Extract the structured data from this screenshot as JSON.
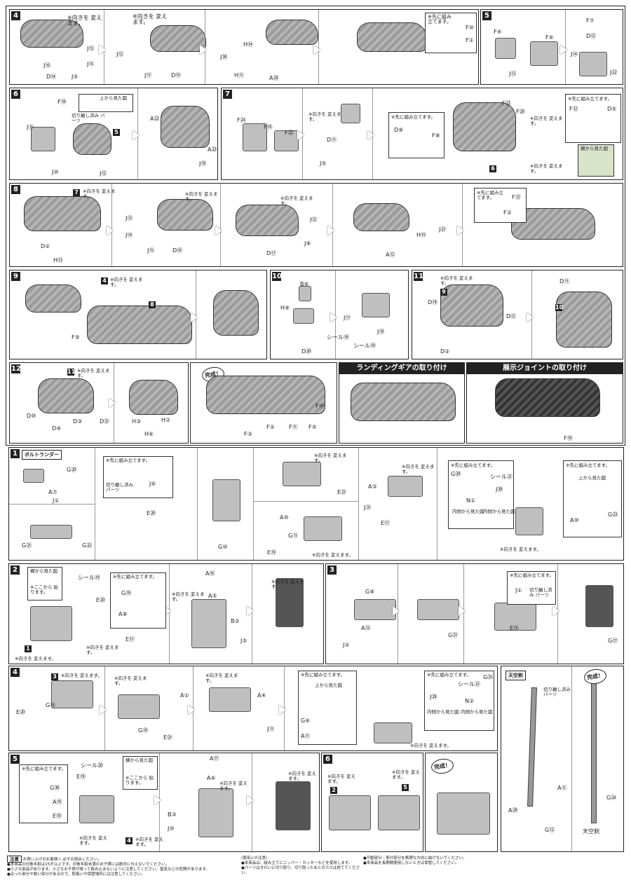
{
  "top": {
    "steps": [
      "4",
      "5",
      "6",
      "7",
      "8",
      "9",
      "10",
      "11",
      "12"
    ],
    "notes": {
      "turn": "※向きを 変えます。",
      "pre_assemble": "※先に組み立てます。",
      "top_view": "上から見た図",
      "side_view": "横から見た図",
      "cut_parts": "切り離し済み パーツ",
      "complete": "完成！"
    },
    "p4_labels": [
      "J⑬",
      "J⑯",
      "J⑮",
      "D⑭",
      "J⑤",
      "J⑫",
      "J⑰",
      "D⑮",
      "H⑭",
      "J㉚",
      "H⑪",
      "A⑳",
      "F⑩",
      "F①"
    ],
    "p5_labels": [
      "F④",
      "F⑥",
      "F⑦",
      "D⑫",
      "J⑬",
      "J⑭",
      "J㉒"
    ],
    "p6_labels": [
      "F⑱",
      "J⑪",
      "J⑩",
      "J⑫",
      "A㉒",
      "A㉓",
      "J⑲"
    ],
    "p7_labels": [
      "F㉔",
      "F⑲",
      "F㉒",
      "D⑪",
      "J⑤",
      "D⑧",
      "F⑧",
      "F㉓",
      "F⑫",
      "D⑤",
      "F⑳"
    ],
    "p8_labels": [
      "D②",
      "H⑬",
      "J⑬",
      "J⑭",
      "J⑮",
      "D⑯",
      "D⑰",
      "J⑫",
      "J⑧",
      "H⑮",
      "J㉗",
      "A⑫",
      "F⑬",
      "F②"
    ],
    "p9_labels": [
      "F⑨"
    ],
    "p10_labels": [
      "B⑥",
      "H⑨",
      "D⑳",
      "J⑰",
      "J⑱",
      "シール⑱",
      "シール⑲"
    ],
    "p11_labels": [
      "D⑲",
      "D⑫",
      "D②",
      "D⑪"
    ],
    "p12_labels": [
      "D⑩",
      "D④",
      "D③",
      "D㉑",
      "H③",
      "H②",
      "H⑥",
      "F⑭",
      "F③",
      "F②",
      "F⑪",
      "F⑤",
      "F⑲"
    ],
    "landing_title": "ランディングギアの取り付け",
    "display_title": "展示ジョイントの取り付け"
  },
  "bottom": {
    "section_title": "ボルトランダー",
    "steps": [
      "1",
      "2",
      "3",
      "4",
      "5",
      "6"
    ],
    "p1_labels": [
      "G⑳",
      "A⑦",
      "J①",
      "G㉑",
      "G㉒",
      "J⑥",
      "E⑳",
      "G⑩",
      "E㉑",
      "A③",
      "J㉛",
      "E⑰",
      "A⑩",
      "G⑪",
      "E⑲",
      "G⑳",
      "N①",
      "J㉚",
      "シール㉑",
      "A⑩",
      "G㉓"
    ],
    "p2_labels": [
      "シール⑲",
      "E⑳",
      "G⑲",
      "A⑧",
      "E⑰",
      "A⑯",
      "A⑤",
      "B②",
      "J⑤"
    ],
    "p2_notes": [
      "※ここから 貼ります。"
    ],
    "p3_labels": [
      "G⑧",
      "A⑬",
      "J②",
      "G㉗",
      "J①",
      "E⑮",
      "G⑰"
    ],
    "p4_labels": [
      "G⑮",
      "E⑳",
      "A①",
      "G⑱",
      "E㉗",
      "A④",
      "J⑪",
      "G⑥",
      "A⑪",
      "G㉕",
      "J㉙",
      "N②",
      "シール㉑"
    ],
    "p5_labels": [
      "G㉚",
      "A⑲",
      "E⑲",
      "E⑲",
      "シール⑳",
      "A⑰",
      "A⑥",
      "B③",
      "J⑩"
    ],
    "p6_refs": [
      "2",
      "5"
    ],
    "sword_title": "天空剣",
    "sword_labels": [
      "A⑪",
      "A㉙",
      "G⑫",
      "G㉔",
      "天空剣"
    ],
    "inside_view": "内側から見た図"
  },
  "footer": {
    "caution_title": "注意",
    "caution_head": "お買い上げのお客様へ 必ずお読みください。",
    "caution_lines": [
      "●本商品の対象年齢は15才以上です。対象年齢未満のお子様には絶対に与えないでください。",
      "●小さな部品があります。小さなお子様が誤って飲み込まないように注意してください。窒息などの危険があります。",
      "●尖った部分や鋭い部分があるので、取扱いや保管場所には注意してください。"
    ],
    "use_title": "(使用上の注意)",
    "use_lines": [
      "●本商品は、組み立てにニッパー・カッターなどを使用します。",
      "●パーツはきれいに切り取り、切り取ったあとのカスは捨ててください。"
    ],
    "extra_lines": [
      "●可動部分・取付部分を無理な方向に曲げないでください。",
      "●本商品を長期間使用しないときは保管してください。"
    ]
  }
}
